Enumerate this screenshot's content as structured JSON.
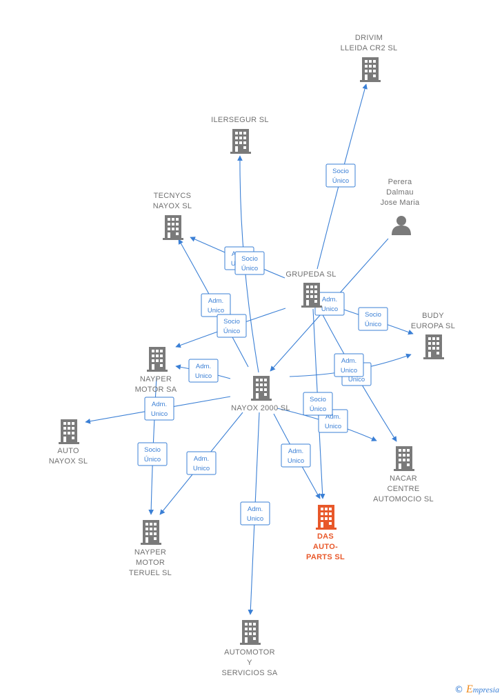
{
  "colors": {
    "edge": "#3a7fd5",
    "building": "#7a7a7a",
    "building_highlight": "#e8582a",
    "person": "#7a7a7a",
    "label": "#707070"
  },
  "nodes": [
    {
      "id": "drivim",
      "type": "company",
      "label_lines": [
        "DRIVIM",
        "LLEIDA CR2  SL"
      ]
    },
    {
      "id": "ilersegur",
      "type": "company",
      "label_lines": [
        "ILERSEGUR SL"
      ]
    },
    {
      "id": "perera",
      "type": "person",
      "label_lines": [
        "Perera",
        "Dalmau",
        "Jose Maria"
      ]
    },
    {
      "id": "tecnycs",
      "type": "company",
      "label_lines": [
        "TECNYCS",
        "NAYOX SL"
      ]
    },
    {
      "id": "grupeda",
      "type": "company",
      "label_lines": [
        "GRUPEDA SL"
      ]
    },
    {
      "id": "budy",
      "type": "company",
      "label_lines": [
        "BUDY",
        "EUROPA  SL"
      ]
    },
    {
      "id": "nayper_motor",
      "type": "company",
      "label_lines": [
        "NAYPER",
        "MOTOR SA"
      ]
    },
    {
      "id": "nayox2000",
      "type": "company",
      "label_lines": [
        "NAYOX 2000 SL"
      ]
    },
    {
      "id": "auto_nayox",
      "type": "company",
      "label_lines": [
        "AUTO",
        "NAYOX SL"
      ]
    },
    {
      "id": "nacar",
      "type": "company",
      "label_lines": [
        "NACAR",
        "CENTRE",
        "AUTOMOCIO SL"
      ]
    },
    {
      "id": "das",
      "type": "company",
      "highlight": true,
      "label_lines": [
        "DAS",
        "AUTO-",
        "PARTS  SL"
      ]
    },
    {
      "id": "nayper_teruel",
      "type": "company",
      "label_lines": [
        "NAYPER",
        "MOTOR",
        "TERUEL  SL"
      ]
    },
    {
      "id": "automotor",
      "type": "company",
      "label_lines": [
        "AUTOMOTOR",
        "Y",
        "SERVICIOS SA"
      ]
    }
  ],
  "edges": [
    {
      "from": "grupeda",
      "to": "drivim",
      "label_lines": [
        "Socio",
        "Único"
      ]
    },
    {
      "from": "nayox2000",
      "to": "ilersegur",
      "label_lines": [
        "Adm.",
        "Unico"
      ]
    },
    {
      "from": "grupeda",
      "to": "tecnycs",
      "label_lines": [
        "Socio",
        "Único"
      ]
    },
    {
      "from": "nayox2000",
      "to": "tecnycs",
      "label_lines": [
        "Adm.",
        "Unico"
      ]
    },
    {
      "from": "grupeda",
      "to": "nayper_motor",
      "label_lines": [
        "Socio",
        "Único"
      ]
    },
    {
      "from": "nayox2000",
      "to": "nayper_motor",
      "label_lines": [
        "Adm.",
        "Unico"
      ]
    },
    {
      "from": "grupeda",
      "to": "budy",
      "label_lines": [
        "Socio",
        "Único"
      ]
    },
    {
      "from": "nayox2000",
      "to": "budy",
      "label_lines": [
        "Adm.",
        "Unico"
      ]
    },
    {
      "from": "perera",
      "to": "nayox2000",
      "label_lines": [
        "Adm.",
        "Unico"
      ]
    },
    {
      "from": "grupeda",
      "to": "nacar",
      "label_lines": [
        "Adm.",
        "Unico"
      ]
    },
    {
      "from": "nayox2000",
      "to": "nacar",
      "label_lines": [
        "Adm.",
        "Unico"
      ]
    },
    {
      "from": "grupeda",
      "to": "das",
      "label_lines": [
        "Socio",
        "Único"
      ]
    },
    {
      "from": "nayox2000",
      "to": "das",
      "label_lines": [
        "Adm.",
        "Unico"
      ]
    },
    {
      "from": "nayox2000",
      "to": "auto_nayox",
      "label_lines": [
        "Adm.",
        "Unico"
      ]
    },
    {
      "from": "nayox2000",
      "to": "nayper_teruel",
      "label_lines": [
        "Adm.",
        "Unico"
      ]
    },
    {
      "from": "nayper_motor",
      "to": "nayper_teruel",
      "label_lines": [
        "Socio",
        "Único"
      ]
    },
    {
      "from": "nayox2000",
      "to": "automotor",
      "label_lines": [
        "Adm.",
        "Unico"
      ]
    }
  ],
  "footer": {
    "copyright_symbol": "©",
    "brand_initial": "E",
    "brand_rest": "mpresia"
  }
}
